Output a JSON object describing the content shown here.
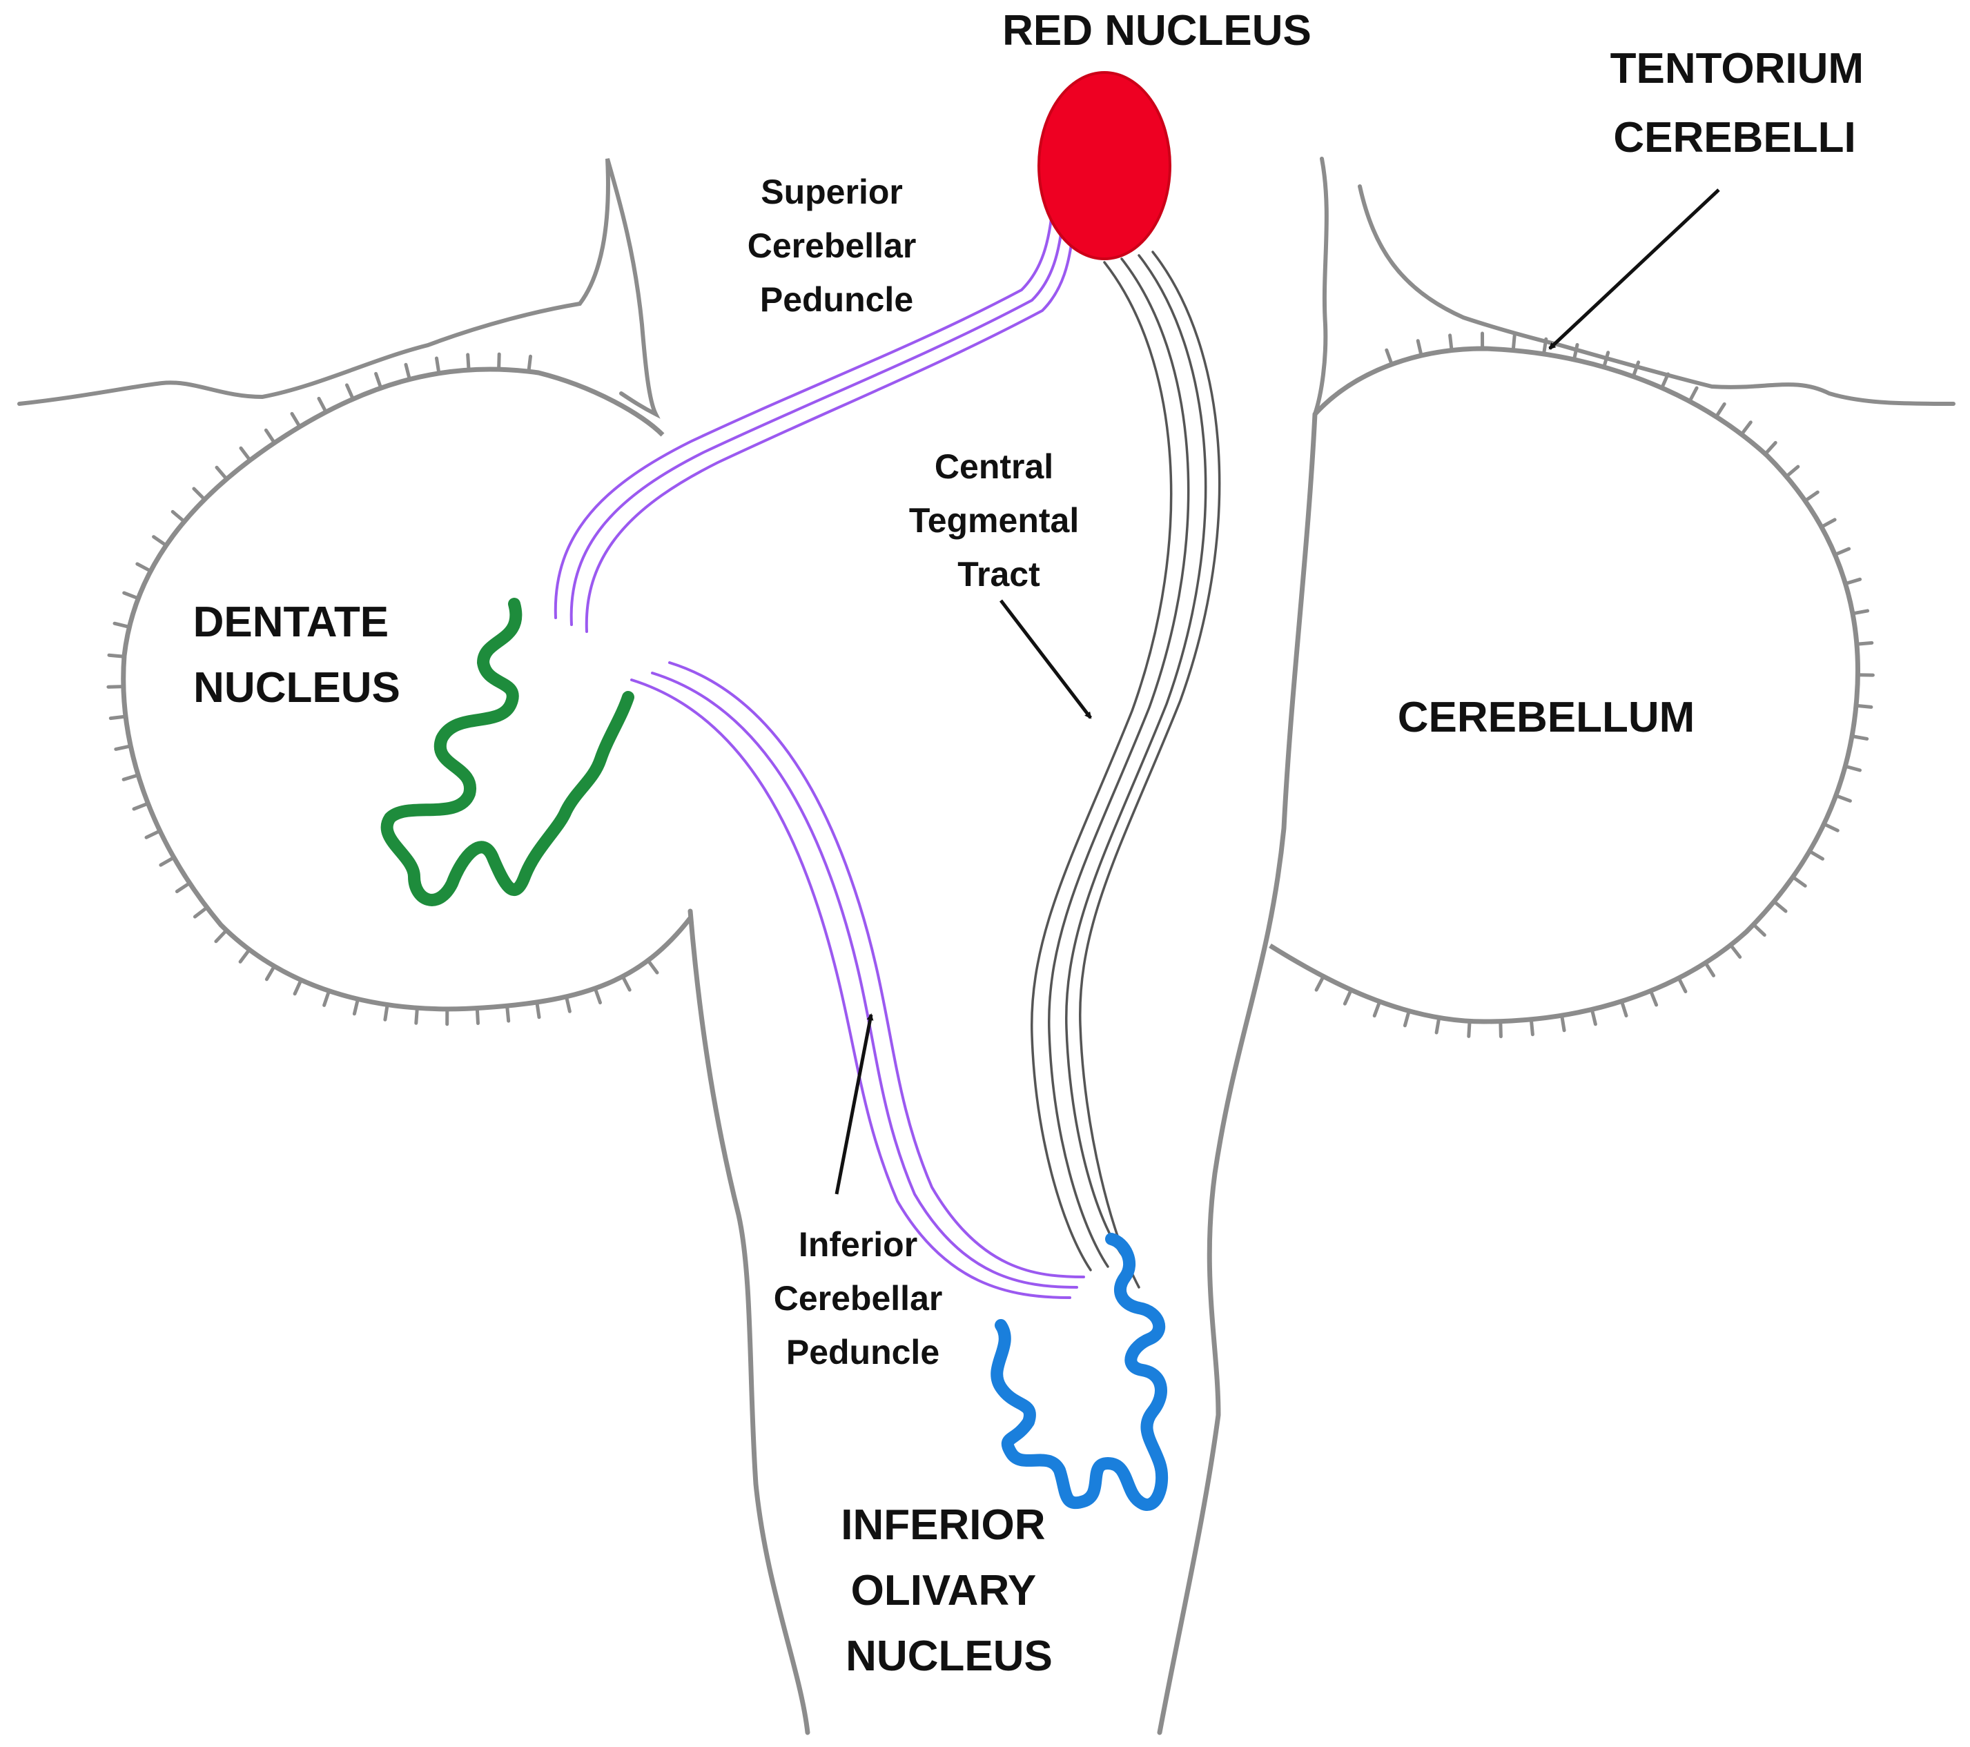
{
  "labels": {
    "red_nucleus": "RED NUCLEUS",
    "tentorium": [
      "TENTORIUM",
      "CEREBELLI"
    ],
    "superior_peduncle": [
      "Superior",
      "Cerebellar",
      "Peduncle"
    ],
    "central_tract": [
      "Central",
      "Tegmental",
      "Tract"
    ],
    "dentate": [
      "DENTATE",
      "NUCLEUS"
    ],
    "cerebellum": "CEREBELLUM",
    "inferior_peduncle": [
      "Inferior",
      "Cerebellar",
      "Peduncle"
    ],
    "olivary": [
      "INFERIOR",
      "OLIVARY",
      "NUCLEUS"
    ]
  },
  "colors": {
    "outline": "#8c8c8c",
    "red_nucleus": "#ee0022",
    "dentate": "#1e8c3c",
    "olivary": "#1a7fdc",
    "peduncle_fibers": "#9b59f0",
    "tract_fibers": "#555555",
    "arrow": "#111111"
  }
}
